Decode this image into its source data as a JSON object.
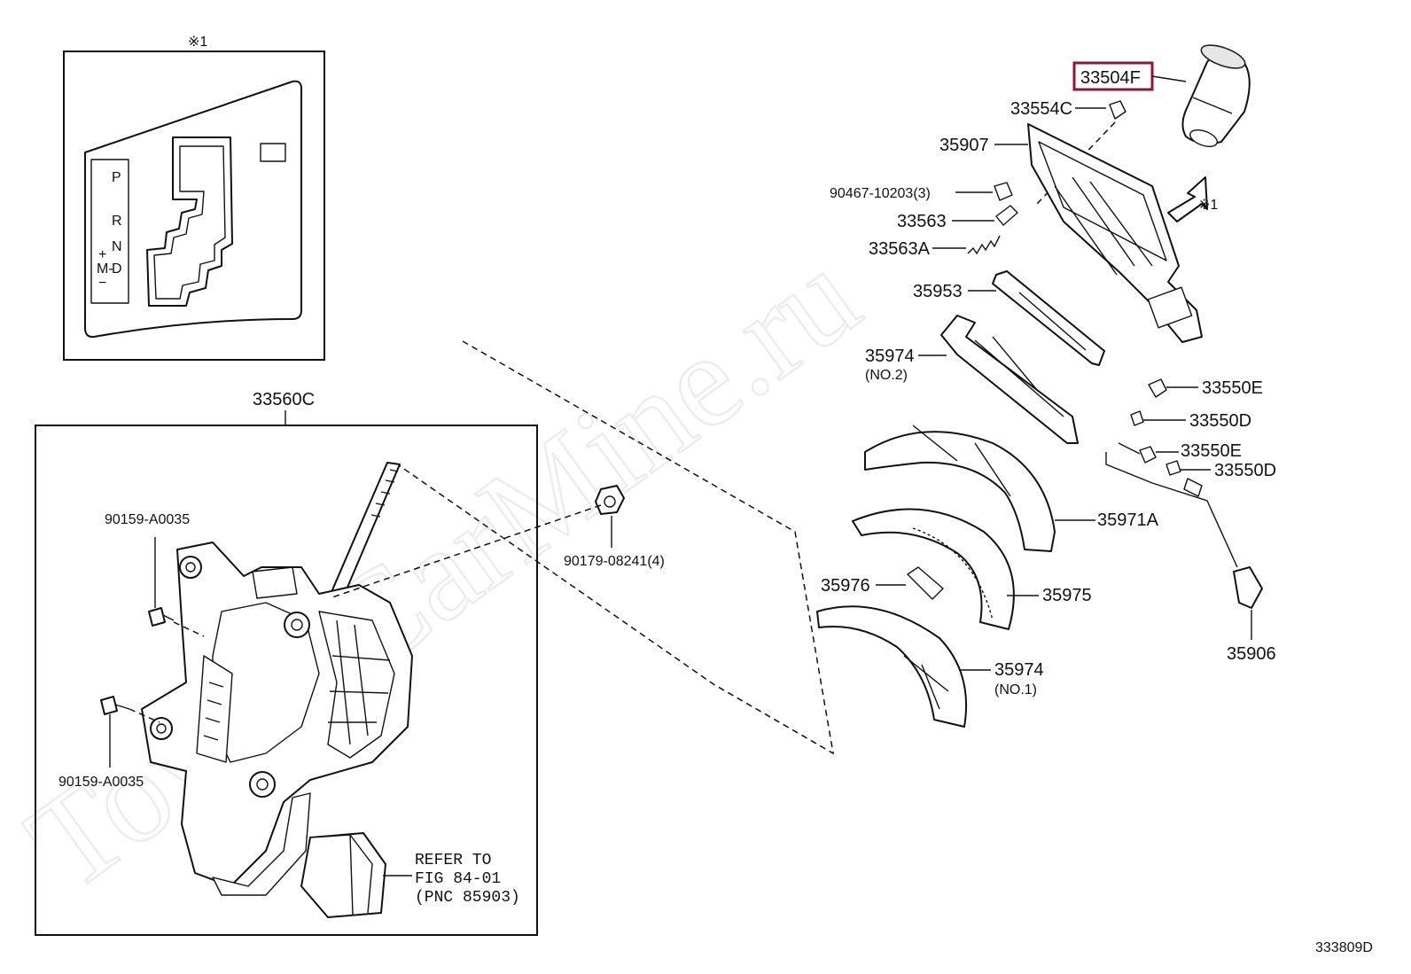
{
  "watermark": "ToyotaCarMine.ru",
  "diagram_code": "333809D",
  "highlight_color": "#8b1a2f",
  "inset": {
    "note_mark": "※1",
    "gate_letters": [
      "P",
      "R",
      "N",
      "D"
    ],
    "gate_plus": "+",
    "gate_m": "M-",
    "gate_minus": "−"
  },
  "assembly": {
    "label": "33560C",
    "refer_lines": [
      "REFER TO",
      "FIG 84-01",
      "(PNC 85903)"
    ]
  },
  "parts": {
    "p33504F": "33504F",
    "p33554C": "33554C",
    "p35907": "35907",
    "p90467": "90467-10203(3)",
    "p33563": "33563",
    "p33563A": "33563A",
    "p35953": "35953",
    "p35974_no2": "35974",
    "p35974_no2_sub": "(NO.2)",
    "p33550E_1": "33550E",
    "p33550D_1": "33550D",
    "p33550E_2": "33550E",
    "p33550D_2": "33550D",
    "p35971A": "35971A",
    "p35976": "35976",
    "p35975": "35975",
    "p35906": "35906",
    "p35974_no1": "35974",
    "p35974_no1_sub": "(NO.1)",
    "p90159_top": "90159-A0035",
    "p90159_bottom": "90159-A0035",
    "p90179": "90179-08241(4)",
    "note_mark_right": "※1"
  }
}
